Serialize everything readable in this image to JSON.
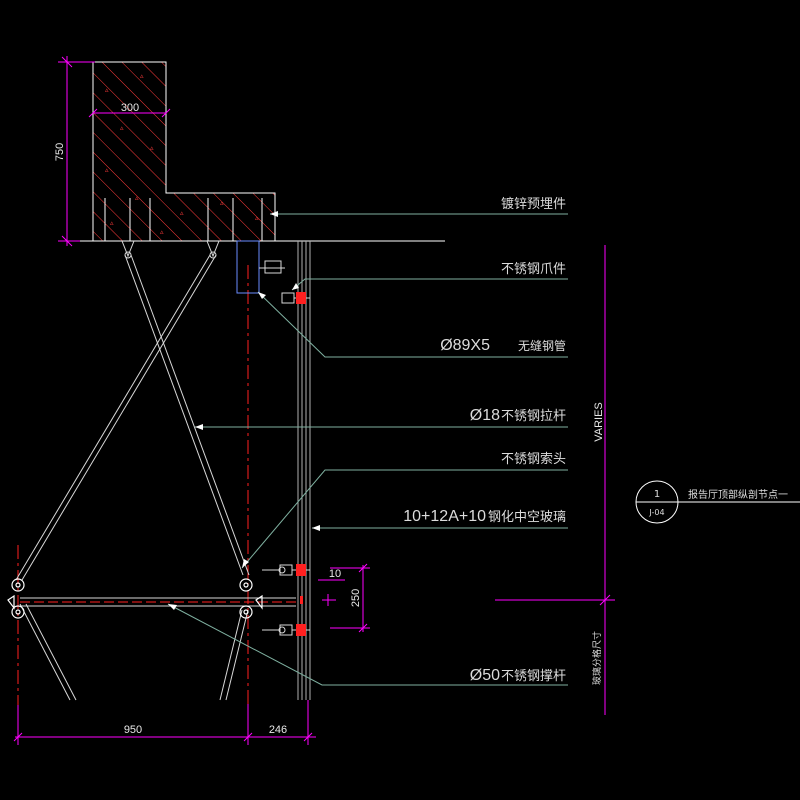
{
  "colors": {
    "background": "#000000",
    "concrete": "#ff3b3b",
    "concrete_outline": "#ffffff",
    "steel": "#d8d8d8",
    "dimension": "#ff00ff",
    "leader": "#7fb0a0",
    "centerline": "#ff2020",
    "glass": "#b0b0b0",
    "text": "#dcdcdc"
  },
  "dimensions": {
    "beam_width": "300",
    "beam_height": "750",
    "truss_width": "950",
    "glass_offset": "246",
    "node_spacing": "250",
    "node_gap": "10",
    "varies": "VARIES",
    "varies_note": "玻璃分格尺寸"
  },
  "labels": {
    "embedded_plate": "镀锌预埋件",
    "spider_fitting": "不锈钢爪件",
    "seamless_pipe_size": "Ø89X5",
    "seamless_pipe_name": "无缝钢管",
    "tie_rod_size": "Ø18",
    "tie_rod_name": "不锈钢拉杆",
    "cable_head": "不锈钢索头",
    "glass_size": "10+12A+10",
    "glass_name": "钢化中空玻璃",
    "strut_size": "Ø50",
    "strut_name": "不锈钢撑杆"
  },
  "detail_ref": {
    "number": "1",
    "sheet": "J-04",
    "title": "报告厅顶部纵剖节点一"
  },
  "icons": [
    "detail-callout-icon"
  ]
}
